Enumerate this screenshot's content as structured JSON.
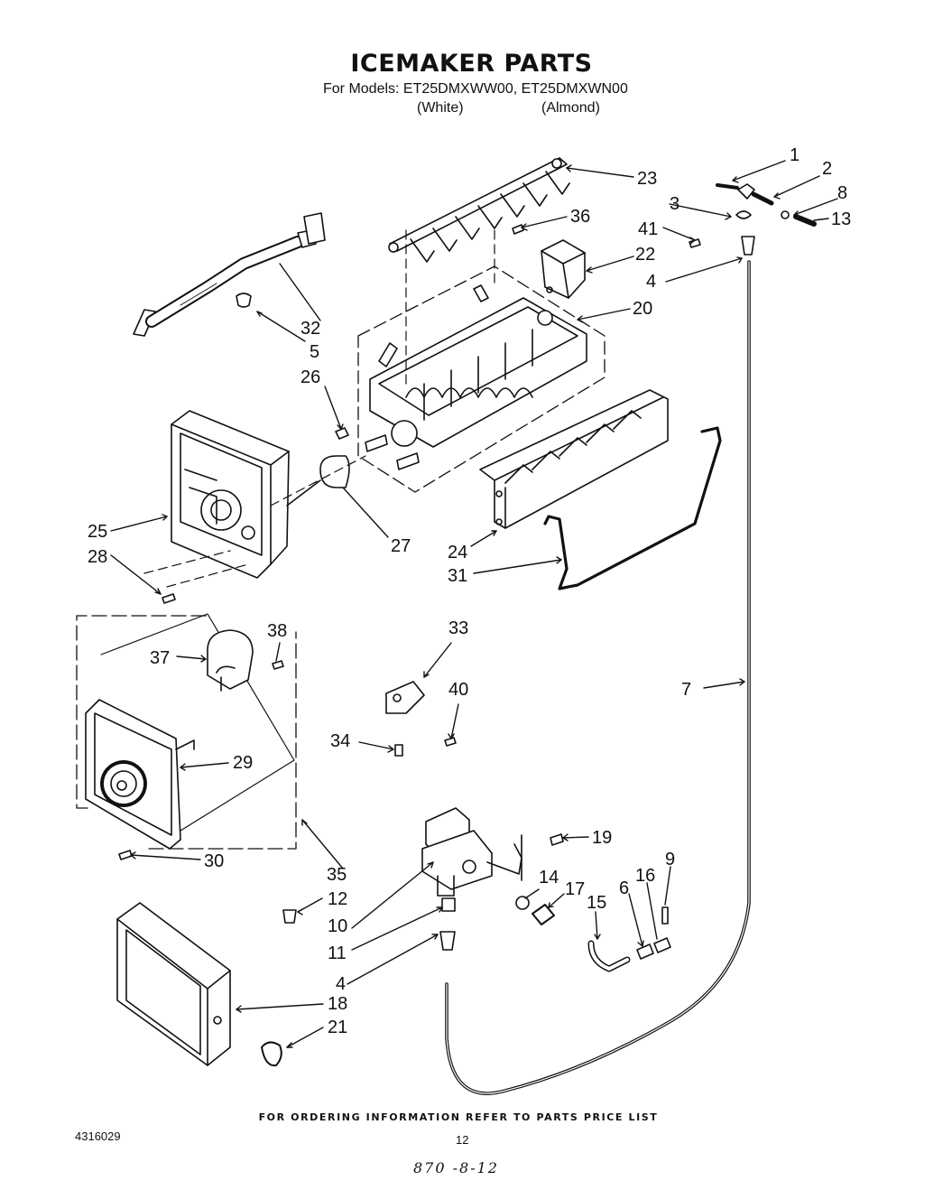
{
  "header": {
    "title": "ICEMAKER PARTS",
    "models_line": "For Models: ET25DMXWW00, ET25DMXWN00",
    "color_white": "(White)",
    "color_almond": "(Almond)"
  },
  "callouts": [
    "1",
    "2",
    "8",
    "3",
    "13",
    "41",
    "4",
    "23",
    "36",
    "22",
    "20",
    "32",
    "5",
    "26",
    "25",
    "28",
    "27",
    "24",
    "31",
    "38",
    "37",
    "33",
    "29",
    "40",
    "34",
    "7",
    "30",
    "35",
    "19",
    "9",
    "16",
    "14",
    "17",
    "15",
    "6",
    "12",
    "10",
    "11",
    "4",
    "18",
    "21"
  ],
  "footer": {
    "ordering_note": "FOR ORDERING INFORMATION REFER TO PARTS PRICE LIST",
    "doc_number": "4316029",
    "page_number": "12",
    "handwritten_note": "870 -8-12"
  }
}
